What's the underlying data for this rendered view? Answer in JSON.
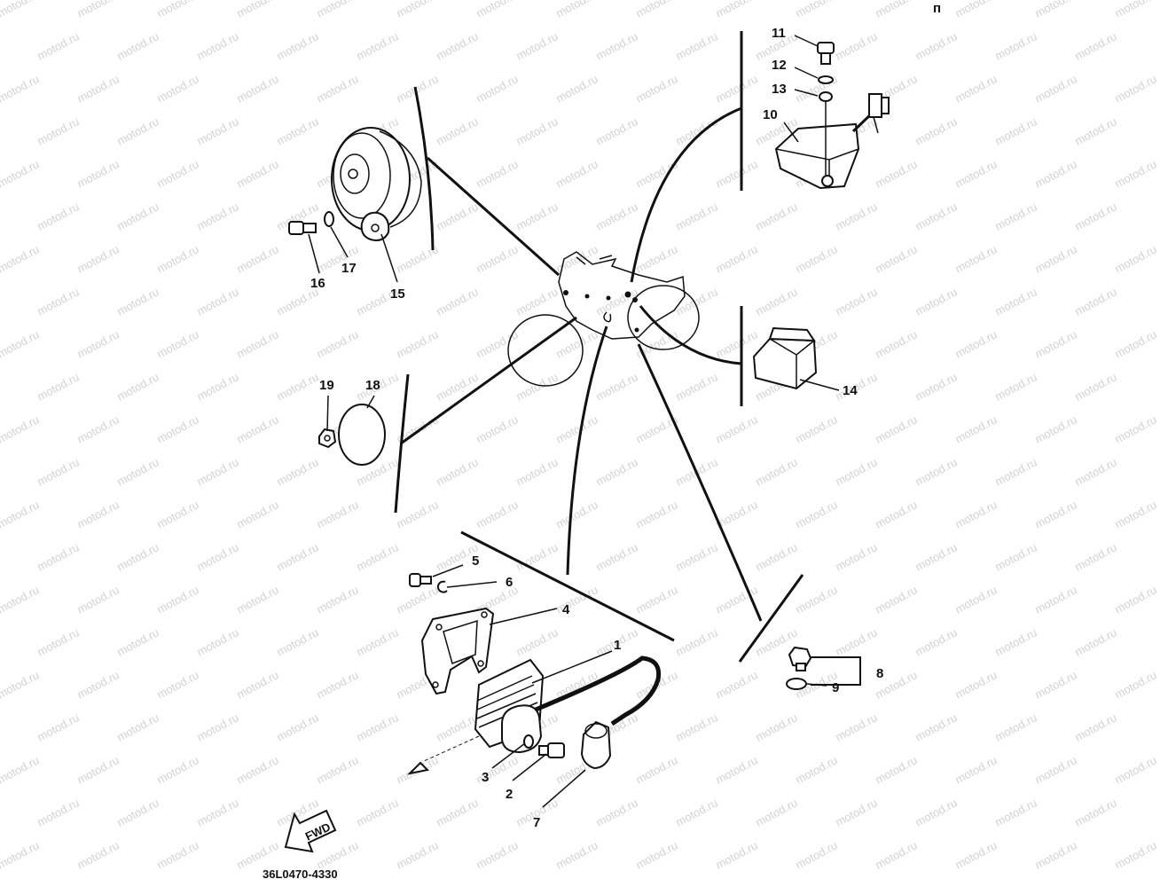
{
  "watermark": "motod.ru",
  "fwd_label": "FWD",
  "diagram_code": "36L0470-4330",
  "corner_mark": "п",
  "callouts": [
    "1",
    "2",
    "3",
    "4",
    "5",
    "6",
    "7",
    "8",
    "9",
    "10",
    "11",
    "12",
    "13",
    "14",
    "15",
    "16",
    "17",
    "18",
    "19"
  ]
}
